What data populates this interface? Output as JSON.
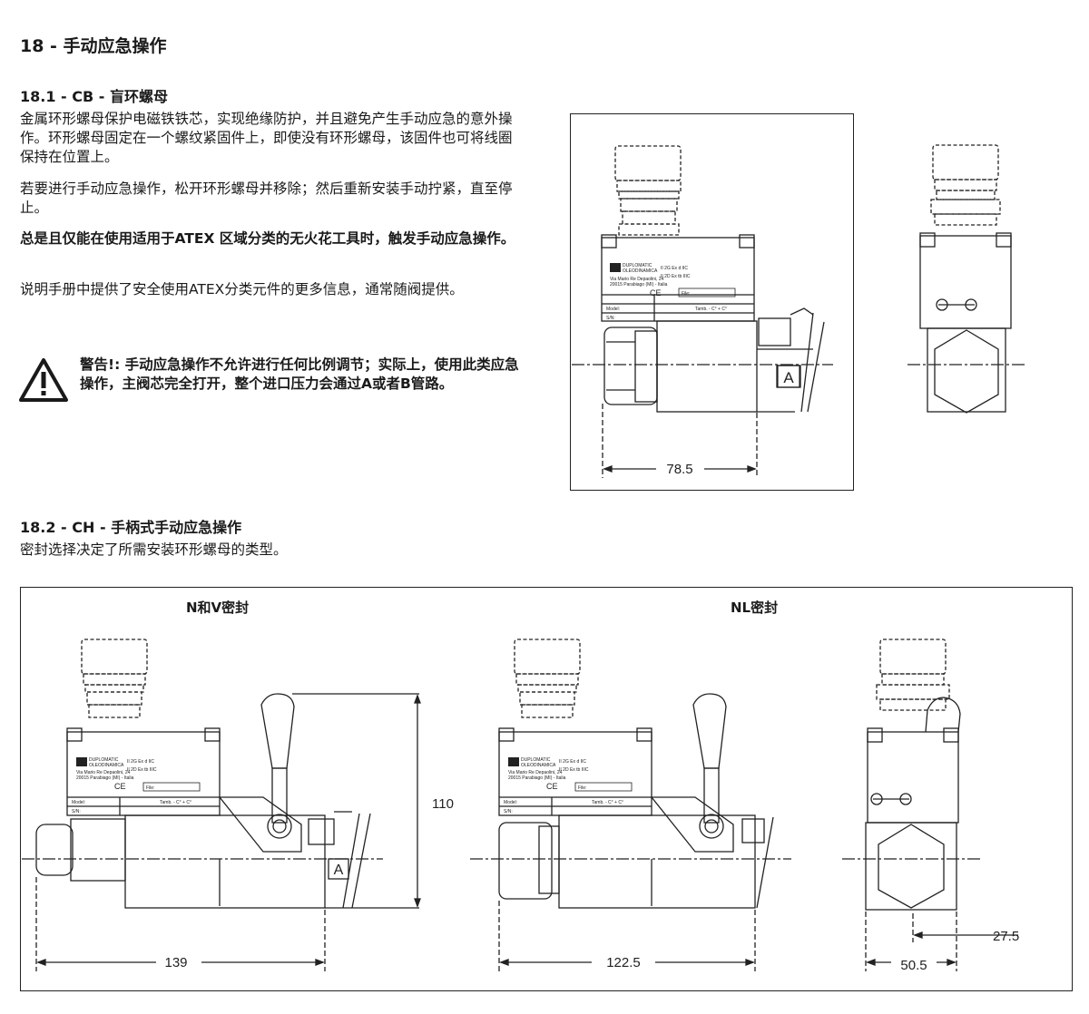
{
  "section": {
    "title": "18 - 手动应急操作"
  },
  "sub1": {
    "title": "18.1 - CB - 盲环螺母",
    "para1": "金属环形螺母保护电磁铁铁芯，实现绝缘防护，并且避免产生手动应急的意外操作。环形螺母固定在一个螺纹紧固件上，即使没有环形螺母，该固件也可将线圈保持在位置上。",
    "para2": "若要进行手动应急操作，松开环形螺母并移除；然后重新安装手动拧紧，直至停止。",
    "para3": "总是且仅能在使用适用于ATEX 区域分类的无火花工具时，触发手动应急操作。",
    "para4": "说明手册中提供了安全使用ATEX分类元件的更多信息，通常随阀提供。",
    "warning": "警告!: 手动应急操作不允许进行任何比例调节；实际上，使用此类应急操作，主阀芯完全打开，整个进口压力会通过A或者B管路。",
    "warning_icon": "warning-triangle-icon",
    "figure": {
      "dim_width": "78.5",
      "port_label": "A"
    }
  },
  "sub2": {
    "title": "18.2 - CH - 手柄式手动应急操作",
    "para1": "密封选择决定了所需安装环形螺母的类型。",
    "figure": {
      "title_left": "N和V密封",
      "title_right": "NL密封",
      "dim_height": "110",
      "dim_left_width": "139",
      "dim_mid_width": "122.5",
      "dim_right_width": "50.5",
      "dim_right_offset": "27.5",
      "port_label": "A"
    }
  },
  "nameplate": {
    "brand1": "DUPLOMATIC",
    "brand2": "OLEODINAMICA",
    "ex1": "II 2G Ex d IIC",
    "ex2": "II 2D Ex tb IIIC",
    "addr1": "Via Mario Re Depaolini, 24",
    "addr2": "20015 Parabiago (MI) - Italia",
    "ce": "CE",
    "file": "File:",
    "model": "Model:",
    "tamb": "Tamb.  -  C°  +  C°",
    "sn": "S/N:"
  }
}
